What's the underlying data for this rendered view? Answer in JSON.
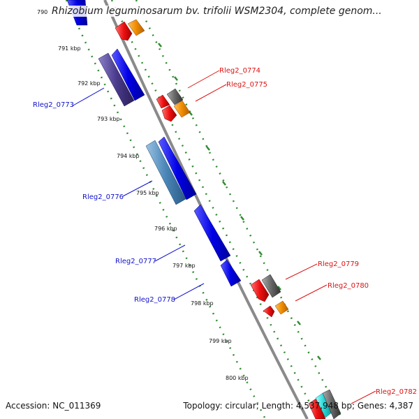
{
  "title": "Rhizobium leguminosarum bv. trifolii WSM2304, complete genom...",
  "footer": {
    "accession": "Accession: NC_011369",
    "topology": "Topology: circular; Length: 4,537,948 bp; Genes: 4,387"
  },
  "ticks": [
    "790",
    "791 kbp",
    "792 kbp",
    "793 kbp",
    "794 kbp",
    "795 kbp",
    "796 kbp",
    "797 kbp",
    "798 kbp",
    "799 kbp",
    "800 kbp"
  ],
  "labels": {
    "rleg2_0773": "Rleg2_0773",
    "rleg2_0774": "Rleg2_0774",
    "rleg2_0775": "Rleg2_0775",
    "rleg2_0776": "Rleg2_0776",
    "rleg2_0777": "Rleg2_0777",
    "rleg2_0778": "Rleg2_0778",
    "rleg2_0779": "Rleg2_0779",
    "rleg2_0780": "Rleg2_0780",
    "rleg2_0782": "Rleg2_0782"
  },
  "colors": {
    "backbone": "#8a8a8a",
    "track_dots": "#2e8b2e",
    "forward_label": "#1111cc",
    "reverse_label": "#dd1111",
    "gene_blue": "#1010e0",
    "gene_purple": "#4a3a8c",
    "gene_steel": "#4a86b8",
    "gene_red": "#ee1111",
    "gene_orange": "#f08c00",
    "gene_gray": "#666666",
    "gene_cyan": "#22d6d6"
  }
}
